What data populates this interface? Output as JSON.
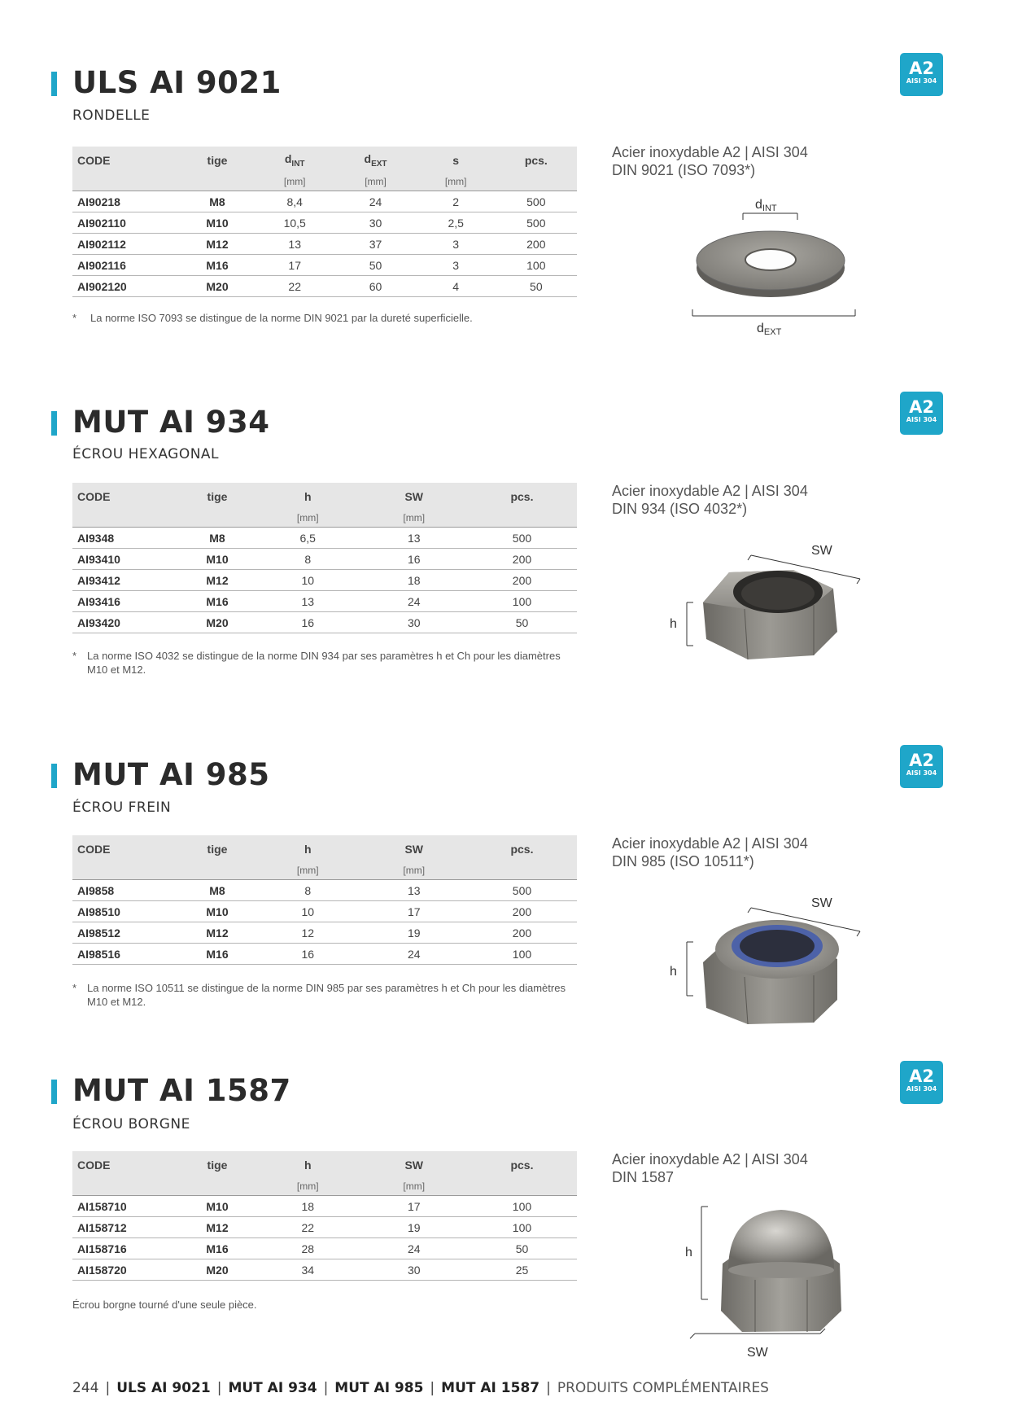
{
  "badge": {
    "main": "A2",
    "sub": "AISI 304"
  },
  "sections": [
    {
      "title": "ULS AI 9021",
      "subtitle": "RONDELLE",
      "headers": [
        "CODE",
        "tige",
        "dINT",
        "dEXT",
        "s",
        "pcs."
      ],
      "units": [
        "",
        "",
        "[mm]",
        "[mm]",
        "[mm]",
        ""
      ],
      "rows": [
        [
          "AI90218",
          "M8",
          "8,4",
          "24",
          "2",
          "500"
        ],
        [
          "AI902110",
          "M10",
          "10,5",
          "30",
          "2,5",
          "500"
        ],
        [
          "AI902112",
          "M12",
          "13",
          "37",
          "3",
          "200"
        ],
        [
          "AI902116",
          "M16",
          "17",
          "50",
          "3",
          "100"
        ],
        [
          "AI902120",
          "M20",
          "22",
          "60",
          "4",
          "50"
        ]
      ],
      "note_star": "*",
      "note": "La norme ISO 7093 se distingue de la norme DIN 9021 par la dureté superficielle.",
      "material": [
        "Acier inoxydable A2 | AISI 304",
        "DIN 9021 (ISO 7093*)"
      ],
      "dim_labels": {
        "top": "dINT",
        "bottom": "dEXT"
      }
    },
    {
      "title": "MUT AI 934",
      "subtitle": "ÉCROU HEXAGONAL",
      "headers": [
        "CODE",
        "tige",
        "h",
        "SW",
        "pcs."
      ],
      "units": [
        "",
        "",
        "[mm]",
        "[mm]",
        ""
      ],
      "rows": [
        [
          "AI9348",
          "M8",
          "6,5",
          "13",
          "500"
        ],
        [
          "AI93410",
          "M10",
          "8",
          "16",
          "200"
        ],
        [
          "AI93412",
          "M12",
          "10",
          "18",
          "200"
        ],
        [
          "AI93416",
          "M16",
          "13",
          "24",
          "100"
        ],
        [
          "AI93420",
          "M20",
          "16",
          "30",
          "50"
        ]
      ],
      "note_star": "*",
      "note": "La norme ISO 4032 se distingue de la norme DIN 934 par ses paramètres h et Ch pour les diamètres M10 et M12.",
      "material": [
        "Acier inoxydable A2 | AISI 304",
        "DIN 934 (ISO 4032*)"
      ],
      "dim_labels": {
        "sw": "SW",
        "h": "h"
      }
    },
    {
      "title": "MUT AI 985",
      "subtitle": "ÉCROU FREIN",
      "headers": [
        "CODE",
        "tige",
        "h",
        "SW",
        "pcs."
      ],
      "units": [
        "",
        "",
        "[mm]",
        "[mm]",
        ""
      ],
      "rows": [
        [
          "AI9858",
          "M8",
          "8",
          "13",
          "500"
        ],
        [
          "AI98510",
          "M10",
          "10",
          "17",
          "200"
        ],
        [
          "AI98512",
          "M12",
          "12",
          "19",
          "200"
        ],
        [
          "AI98516",
          "M16",
          "16",
          "24",
          "100"
        ]
      ],
      "note_star": "*",
      "note": "La norme ISO 10511 se distingue de la norme DIN 985 par ses paramètres h et Ch pour les diamètres M10 et M12.",
      "material": [
        "Acier inoxydable A2 | AISI 304",
        "DIN 985 (ISO 10511*)"
      ],
      "dim_labels": {
        "sw": "SW",
        "h": "h"
      }
    },
    {
      "title": "MUT AI 1587",
      "subtitle": "ÉCROU BORGNE",
      "headers": [
        "CODE",
        "tige",
        "h",
        "SW",
        "pcs."
      ],
      "units": [
        "",
        "",
        "[mm]",
        "[mm]",
        ""
      ],
      "rows": [
        [
          "AI158710",
          "M10",
          "18",
          "17",
          "100"
        ],
        [
          "AI158712",
          "M12",
          "22",
          "19",
          "100"
        ],
        [
          "AI158716",
          "M16",
          "28",
          "24",
          "50"
        ],
        [
          "AI158720",
          "M20",
          "34",
          "30",
          "25"
        ]
      ],
      "note_star": "",
      "note": "Écrou borgne tourné d'une seule pièce.",
      "material": [
        "Acier inoxydable A2 | AISI 304",
        "DIN 1587"
      ],
      "dim_labels": {
        "sw": "SW",
        "h": "h"
      }
    }
  ],
  "footer": {
    "page": "244",
    "items": [
      "ULS AI 9021",
      "MUT AI 934",
      "MUT AI 985",
      "MUT AI 1587"
    ],
    "category": "PRODUITS COMPLÉMENTAIRES"
  },
  "colors": {
    "accent": "#1fa6c9",
    "header_bg": "#e6e6e6"
  }
}
